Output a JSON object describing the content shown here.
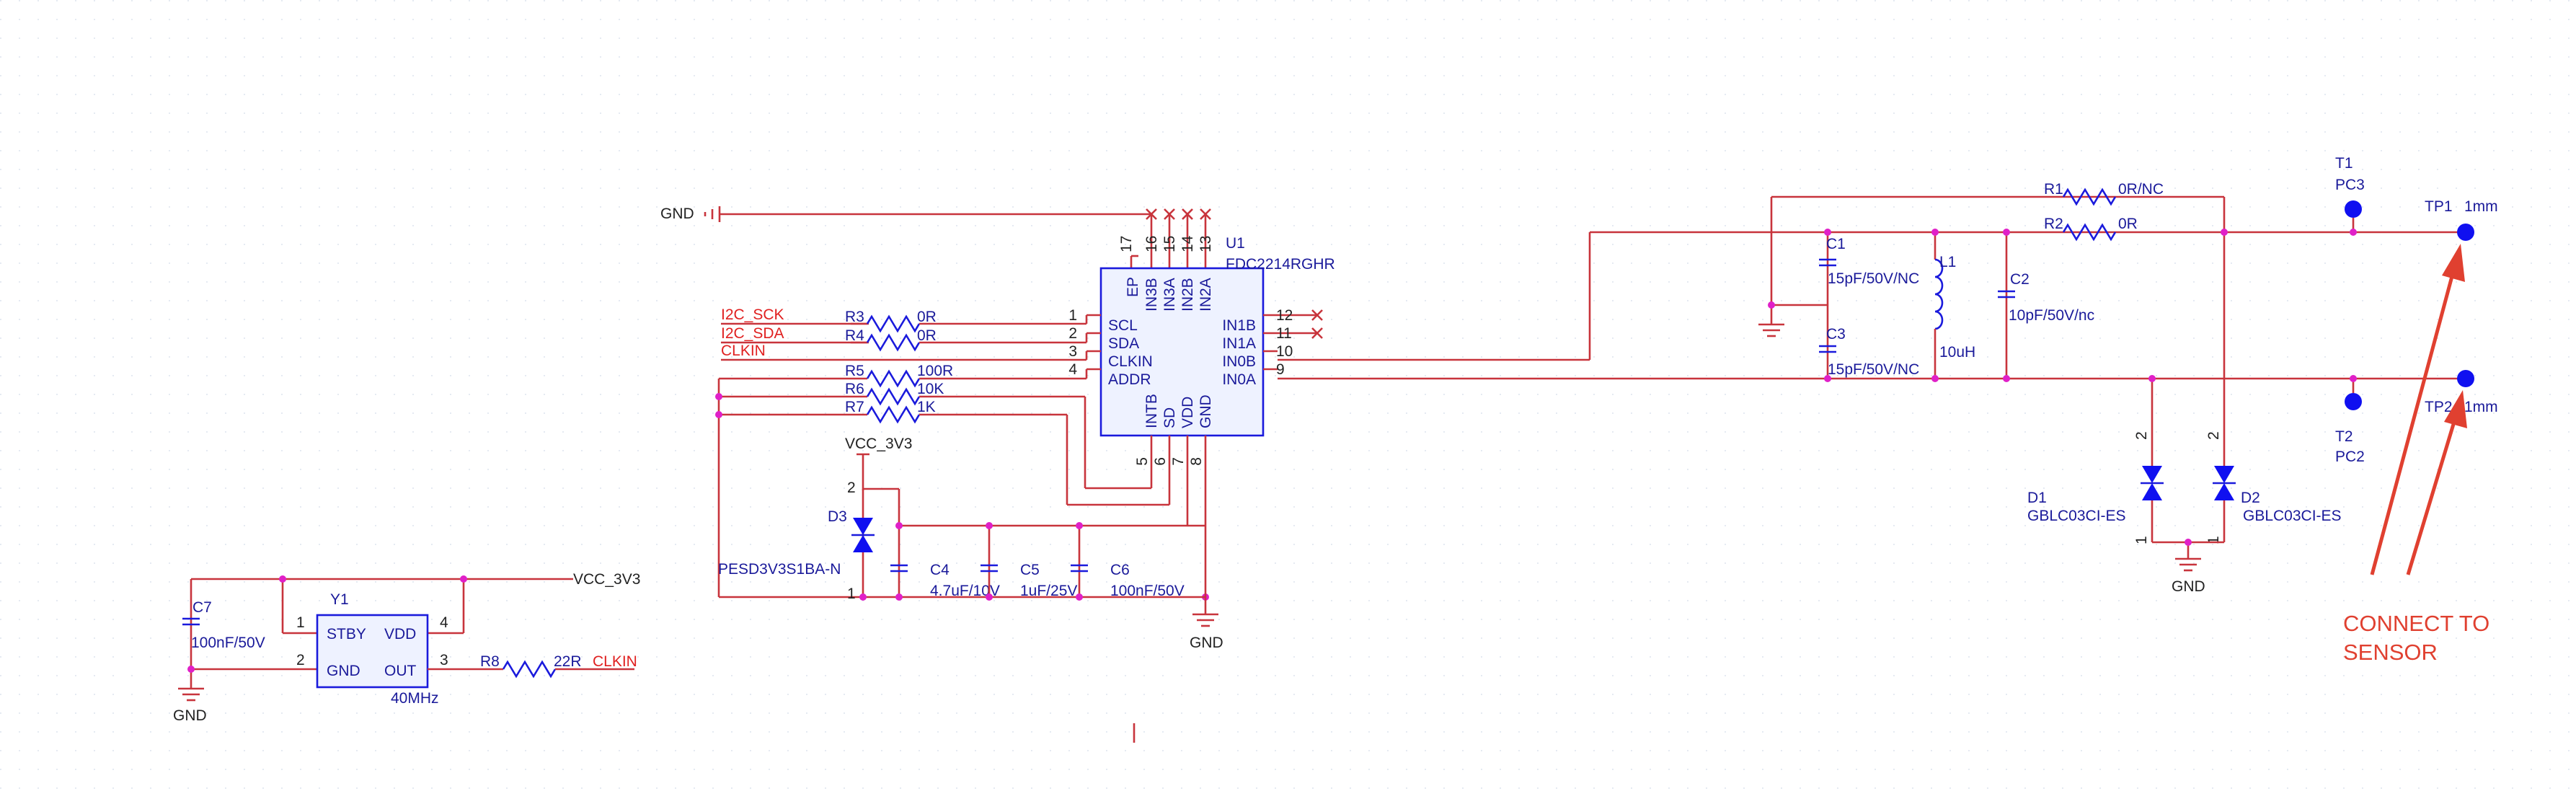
{
  "colors": {
    "wire": "#c8343c",
    "component": "#1a1adc",
    "junction": "#e020c8",
    "net_label": "#e02020",
    "annotation": "#e04030"
  },
  "u1": {
    "ref": "U1",
    "part": "FDC2214RGHR",
    "pins_left": [
      {
        "num": "1",
        "name": "SCL"
      },
      {
        "num": "2",
        "name": "SDA"
      },
      {
        "num": "3",
        "name": "CLKIN"
      },
      {
        "num": "4",
        "name": "ADDR"
      }
    ],
    "pins_right": [
      {
        "num": "12",
        "name": "IN1B"
      },
      {
        "num": "11",
        "name": "IN1A"
      },
      {
        "num": "10",
        "name": "IN0B"
      },
      {
        "num": "9",
        "name": "IN0A"
      }
    ],
    "pins_top": [
      {
        "num": "17",
        "name": "EP"
      },
      {
        "num": "16",
        "name": "IN3B"
      },
      {
        "num": "15",
        "name": "IN3A"
      },
      {
        "num": "14",
        "name": "IN2B"
      },
      {
        "num": "13",
        "name": "IN2A"
      }
    ],
    "pins_bottom": [
      {
        "num": "5",
        "name": "INTB"
      },
      {
        "num": "6",
        "name": "SD"
      },
      {
        "num": "7",
        "name": "VDD"
      },
      {
        "num": "8",
        "name": "GND"
      }
    ]
  },
  "nets": {
    "gnd_top": "GND",
    "i2c_sck": "I2C_SCK",
    "i2c_sda": "I2C_SDA",
    "clkin": "CLKIN",
    "vcc_3v3": "VCC_3V3",
    "vcc_3v3_y1": "VCC_3V3",
    "clkin_y1": "CLKIN",
    "gnd_u1": "GND",
    "gnd_y1": "GND",
    "gnd_diodes": "GND"
  },
  "resistors": {
    "r3": {
      "ref": "R3",
      "value": "0R"
    },
    "r4": {
      "ref": "R4",
      "value": "0R"
    },
    "r5": {
      "ref": "R5",
      "value": "100R"
    },
    "r6": {
      "ref": "R6",
      "value": "10K"
    },
    "r7": {
      "ref": "R7",
      "value": "1K"
    },
    "r8": {
      "ref": "R8",
      "value": "22R"
    },
    "r1": {
      "ref": "R1",
      "value": "0R/NC"
    },
    "r2": {
      "ref": "R2",
      "value": "0R"
    }
  },
  "capacitors": {
    "c1": {
      "ref": "C1",
      "value": "15pF/50V/NC"
    },
    "c2": {
      "ref": "C2",
      "value": "10pF/50V/nc"
    },
    "c3": {
      "ref": "C3",
      "value": "15pF/50V/NC"
    },
    "c4": {
      "ref": "C4",
      "value": "4.7uF/10V"
    },
    "c5": {
      "ref": "C5",
      "value": "1uF/25V"
    },
    "c6": {
      "ref": "C6",
      "value": "100nF/50V"
    },
    "c7": {
      "ref": "C7",
      "value": "100nF/50V"
    }
  },
  "inductor": {
    "ref": "L1",
    "value": "10uH"
  },
  "diodes": {
    "d1": {
      "ref": "D1",
      "part": "GBLC03CI-ES",
      "pin_top": "2",
      "pin_bottom": "1"
    },
    "d2": {
      "ref": "D2",
      "part": "GBLC03CI-ES",
      "pin_top": "2",
      "pin_bottom": "1"
    },
    "d3": {
      "ref": "D3",
      "part": "PESD3V3S1BA-N",
      "pin_top": "2",
      "pin_bottom": "1"
    }
  },
  "oscillator": {
    "ref": "Y1",
    "freq": "40MHz",
    "pins": [
      {
        "num": "1",
        "name": "STBY"
      },
      {
        "num": "4",
        "name": "VDD"
      },
      {
        "num": "2",
        "name": "GND"
      },
      {
        "num": "3",
        "name": "OUT"
      }
    ]
  },
  "test_points": {
    "t1": {
      "ref": "T1",
      "value": "PC3"
    },
    "t2": {
      "ref": "T2",
      "value": "PC2"
    },
    "tp1": {
      "ref": "TP1",
      "value": "1mm"
    },
    "tp2": {
      "ref": "TP2",
      "value": "1mm"
    }
  },
  "annotation": {
    "line1": "CONNECT TO",
    "line2": "SENSOR"
  }
}
